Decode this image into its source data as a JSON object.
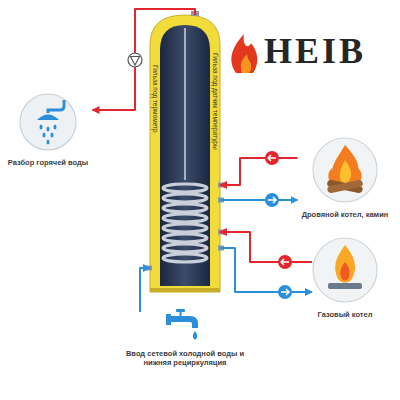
{
  "diagram": {
    "nodes": [
      {
        "text": [
          "Разбор горячей воды"
        ]
      },
      {
        "text": [
          "Гильза под термометр",
          "Гильза под датчик температуры"
        ]
      },
      {
        "text": [
          "Дровяной котел, камин"
        ]
      },
      {
        "text": [
          "Газовый котел"
        ]
      },
      {
        "text": [
          "Ввод сетевой холодной воды и нижняя рециркуляция"
        ]
      }
    ],
    "edges": [
      {
        "from": 1,
        "to": 0,
        "arrow": "to"
      },
      {
        "from": 4,
        "to": 1,
        "arrow": "to"
      },
      {
        "from": 2,
        "to": 1,
        "arrow": "to"
      },
      {
        "from": 1,
        "to": 2,
        "arrow": "to"
      },
      {
        "from": 3,
        "to": 1,
        "arrow": "to"
      },
      {
        "from": 1,
        "to": 3,
        "arrow": "to"
      }
    ],
    "labels": [
      "HEIB"
    ]
  }
}
